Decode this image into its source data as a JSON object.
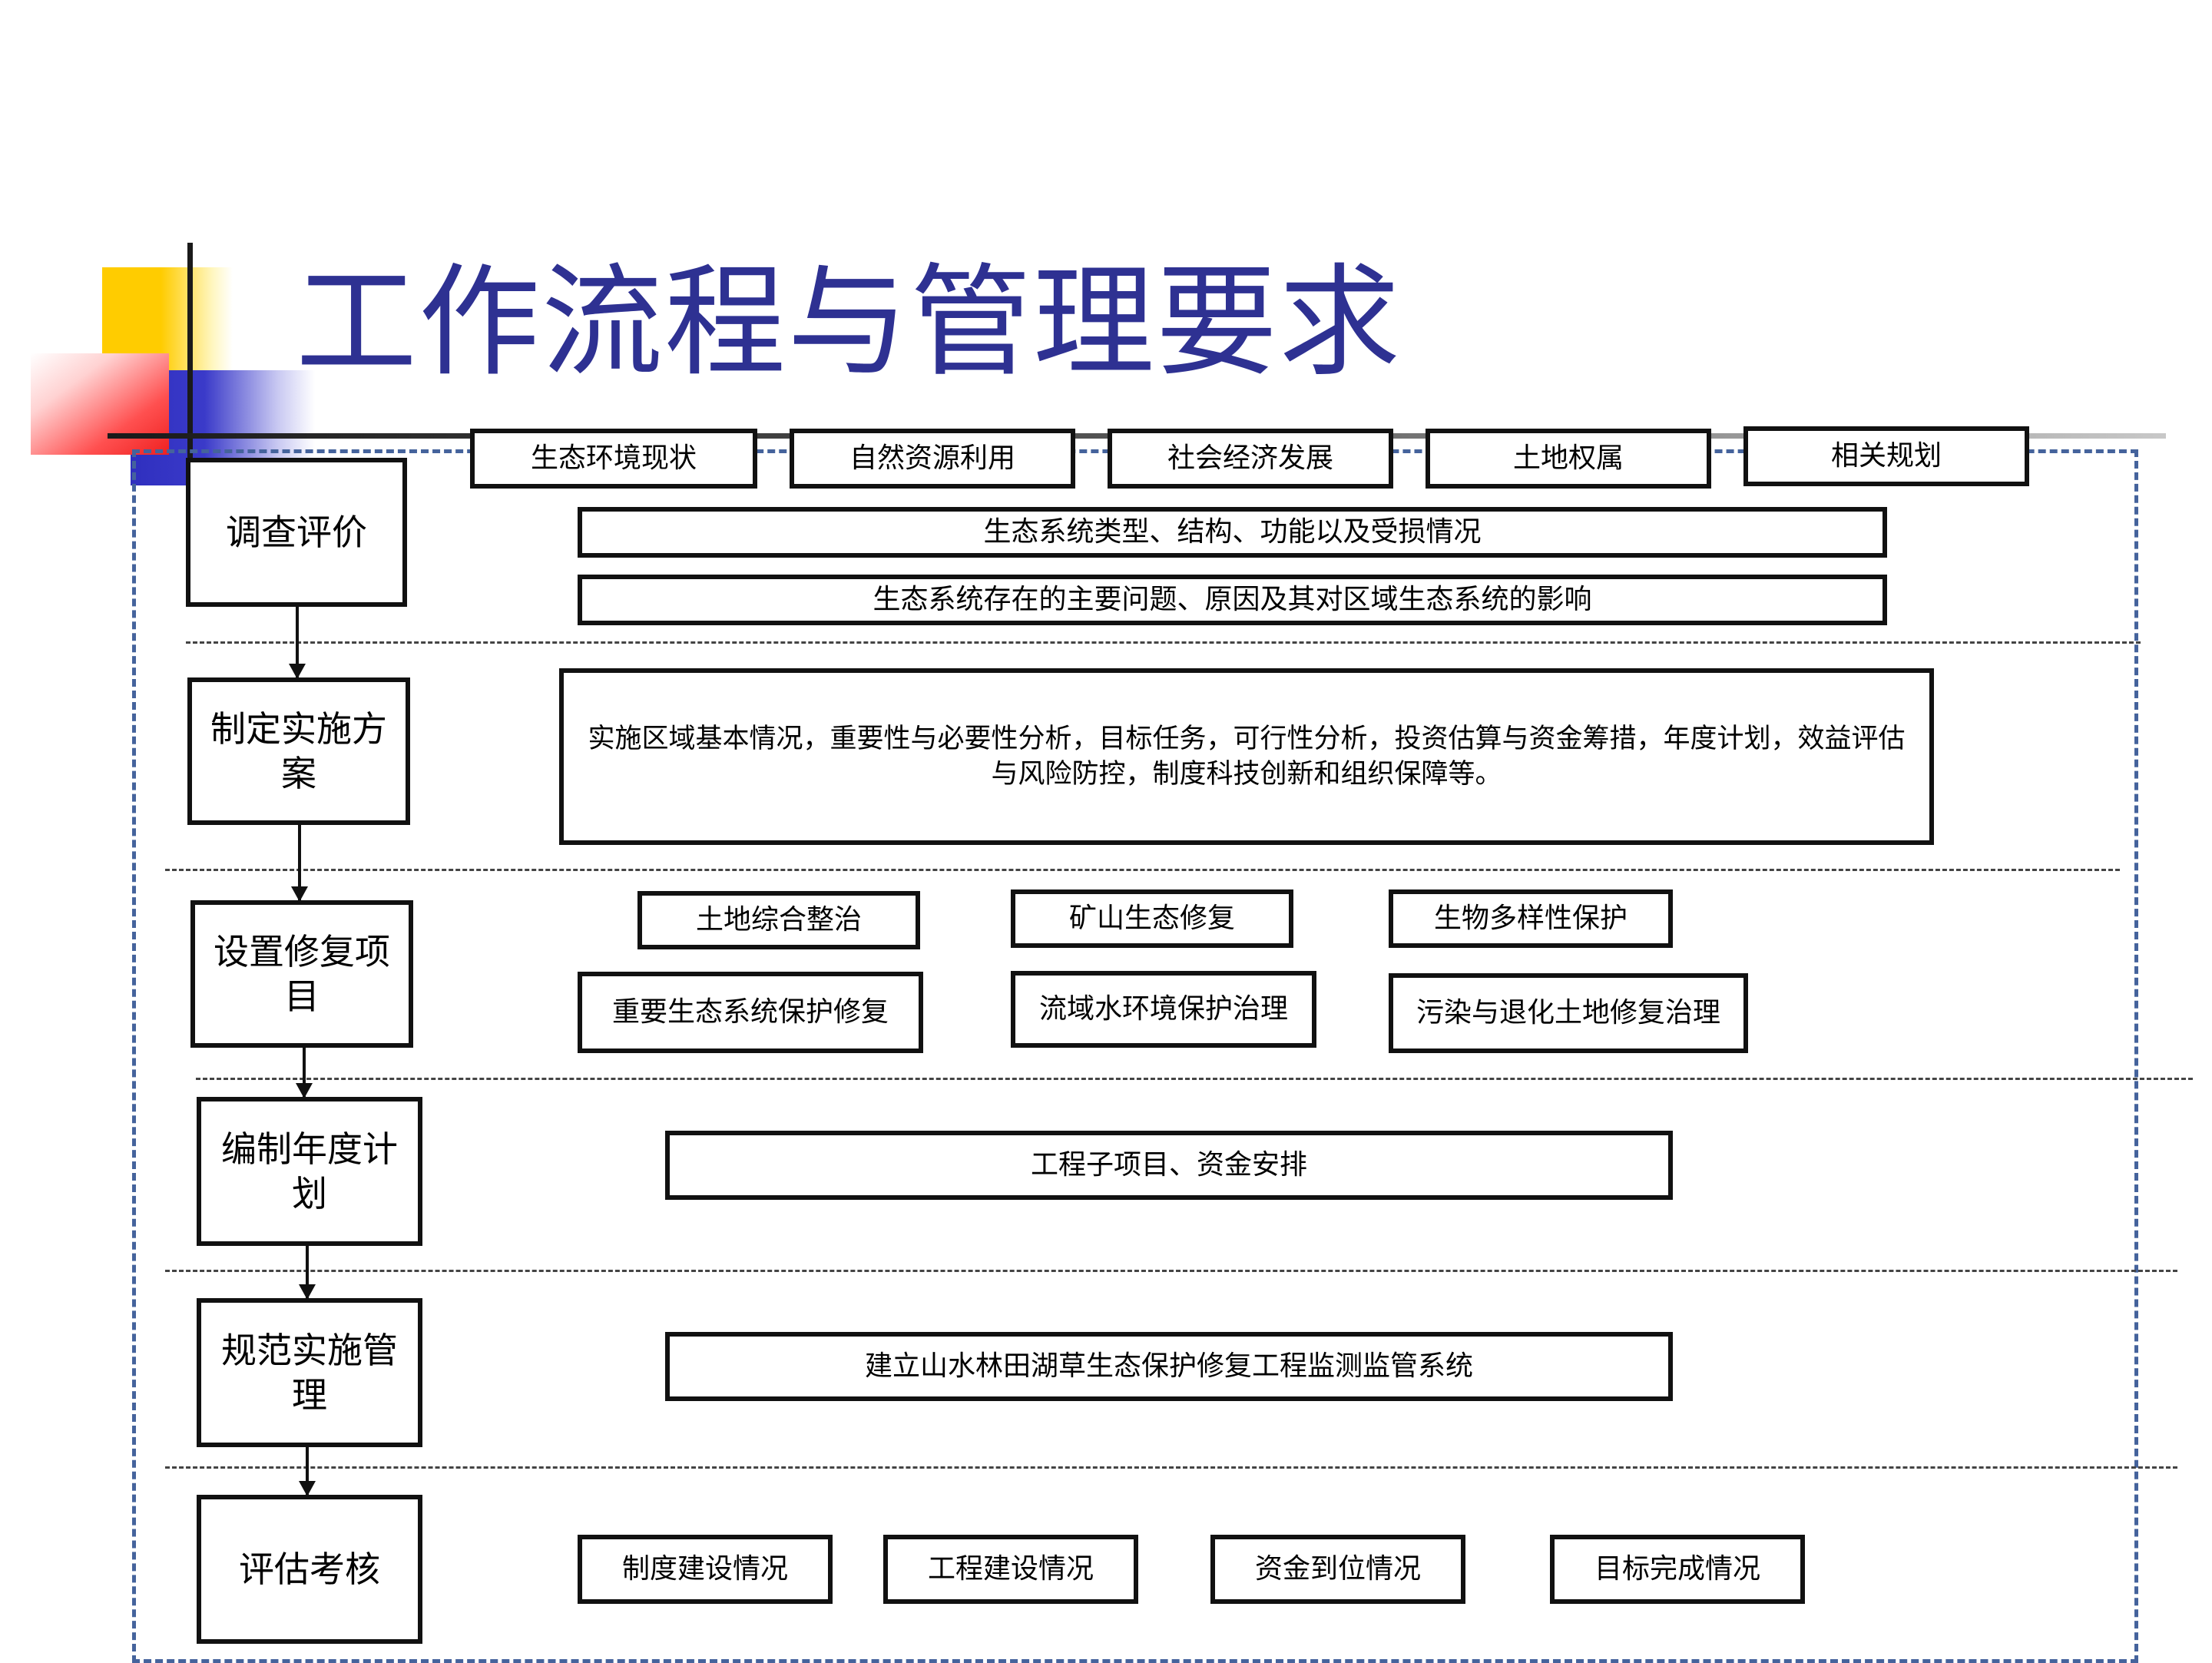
{
  "title": "工作流程与管理要求",
  "sources": [
    "生态环境现状",
    "自然资源利用",
    "社会经济发展",
    "土地权属",
    "相关规划"
  ],
  "stages": [
    {
      "name": "调查评价",
      "items": [
        "生态系统类型、结构、功能以及受损情况",
        "生态系统存在的主要问题、原因及其对区域生态系统的影响"
      ]
    },
    {
      "name": "制定实施方案",
      "items": [
        "实施区域基本情况，重要性与必要性分析，目标任务，可行性分析，投资估算与资金筹措，年度计划，效益评估与风险防控，制度科技创新和组织保障等。"
      ]
    },
    {
      "name": "设置修复项目",
      "items": [
        "土地综合整治",
        "矿山生态修复",
        "生物多样性保护",
        "重要生态系统保护修复",
        "流域水环境保护治理",
        "污染与退化土地修复治理"
      ]
    },
    {
      "name": "编制年度计划",
      "items": [
        "工程子项目、资金安排"
      ]
    },
    {
      "name": "规范实施管理",
      "items": [
        "建立山水林田湖草生态保护修复工程监测监管系统"
      ]
    },
    {
      "name": "评估考核",
      "items": [
        "制度建设情况",
        "工程建设情况",
        "资金到位情况",
        "目标完成情况"
      ]
    }
  ],
  "colors": {
    "title": "#2e3192",
    "frame": "#45639c",
    "box_border": "#111111"
  }
}
